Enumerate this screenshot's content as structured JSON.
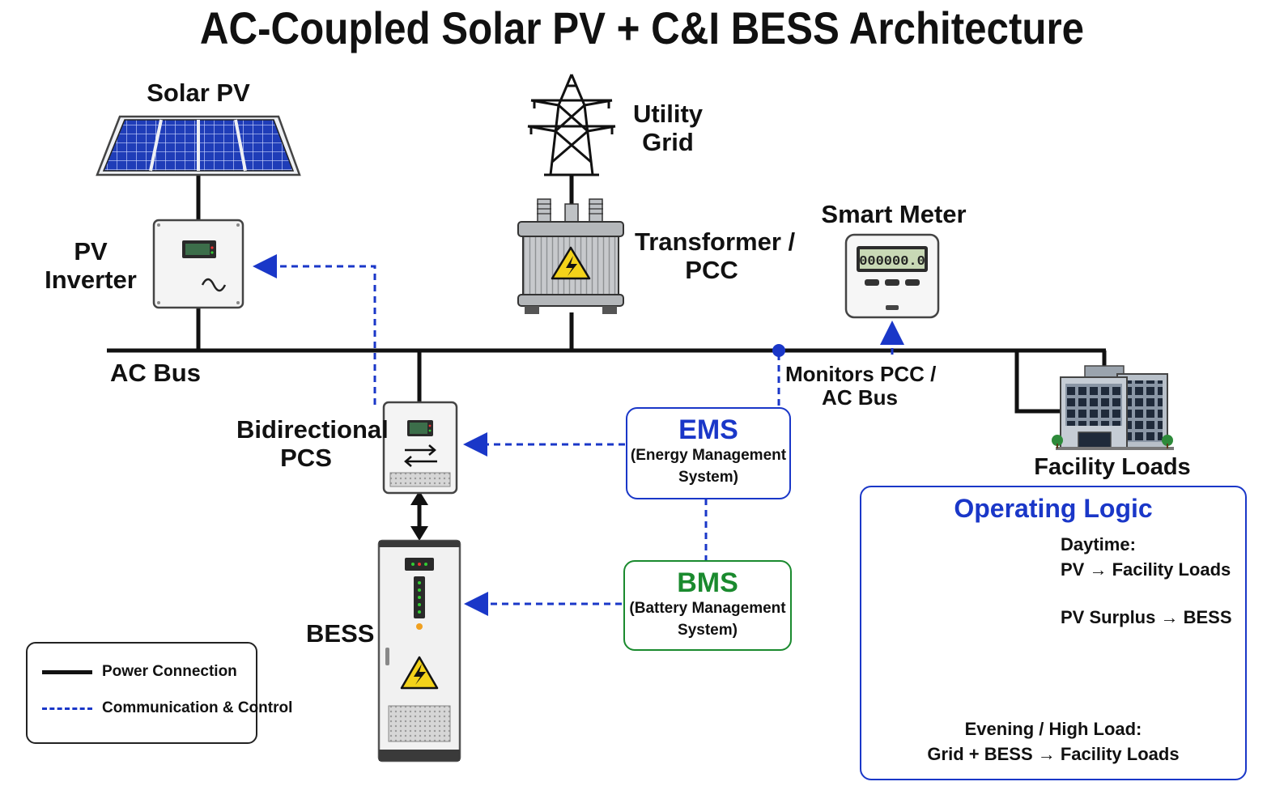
{
  "title": "AC-Coupled Solar PV + C&I BESS Architecture",
  "nodes": {
    "solar_pv": "Solar PV",
    "pv_inverter": [
      "PV",
      "Inverter"
    ],
    "utility_grid": [
      "Utility",
      "Grid"
    ],
    "transformer": [
      "Transformer /",
      "PCC"
    ],
    "smart_meter": "Smart Meter",
    "meter_display": "000000.0",
    "ac_bus": "AC Bus",
    "monitors": [
      "Monitors PCC /",
      "AC Bus"
    ],
    "pcs": [
      "Bidirectional",
      "PCS"
    ],
    "bess": "BESS",
    "facility_loads": "Facility Loads"
  },
  "ems": {
    "name": "EMS",
    "desc": [
      "(Energy Management",
      "System)"
    ]
  },
  "bms": {
    "name": "BMS",
    "desc": [
      "(Battery Management",
      "System)"
    ]
  },
  "legend": {
    "power": "Power Connection",
    "comm": "Communication & Control"
  },
  "operating_logic": {
    "title": "Operating Logic",
    "daytime": [
      "Daytime:",
      "PV → Facility Loads"
    ],
    "surplus": "PV Surplus → BESS",
    "evening": [
      "Evening / High Load:",
      "Grid + BESS → Facility Loads"
    ]
  },
  "icons": {
    "solar_panel": "solar-panel-icon",
    "inverter": "inverter-icon",
    "tower": "transmission-tower-icon",
    "transformer": "transformer-icon",
    "meter": "smart-meter-icon",
    "pcs": "pcs-icon",
    "battery_cabinet": "battery-cabinet-icon",
    "building": "building-icon",
    "sun": "sun-icon",
    "moon": "moon-icon",
    "battery": "battery-icon",
    "factory": "factory-icon",
    "warning": "warning-icon"
  },
  "colors": {
    "power": "#111111",
    "comm": "#1a37c8",
    "ems": "#1a37c8",
    "bms": "#1a8a2e",
    "arrow_green": "#1f9a2e",
    "arrow_blue": "#1f5ff0",
    "solar_cell": "#1f3db8",
    "warning": "#f3d21a"
  }
}
